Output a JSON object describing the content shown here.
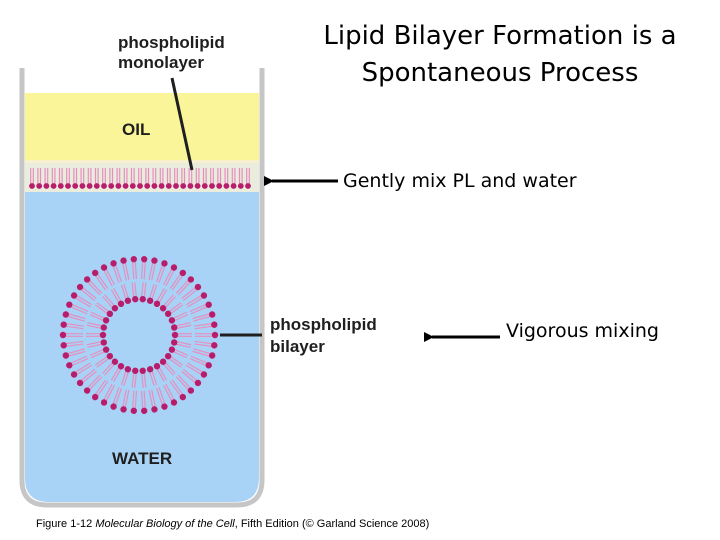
{
  "title": "Lipid Bilayer Formation is a Spontaneous Process",
  "labels": {
    "monolayer_line1": "phospholipid",
    "monolayer_line2": "monolayer",
    "oil": "OIL",
    "bilayer_line1": "phospholipid",
    "bilayer_line2": "bilayer",
    "water": "WATER"
  },
  "annotations": {
    "gentle": "Gently mix PL and water",
    "vigorous": "Vigorous mixing"
  },
  "caption": {
    "prefix": "Figure 1-12  ",
    "book": "Molecular Biology of the Cell",
    "suffix": ", Fifth Edition (© Garland Science 2008)"
  },
  "colors": {
    "oil": "#fbf59a",
    "water": "#a9d3f6",
    "lipid_head": "#b81d6c",
    "lipid_tail": "#e58fbf",
    "container": "#c6c6c6",
    "label_text": "#1f1f1f"
  }
}
